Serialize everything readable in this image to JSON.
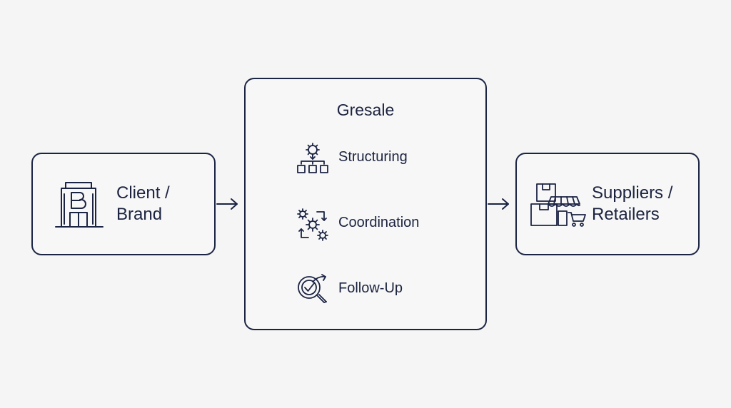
{
  "nodes": {
    "client": {
      "label": "Client /\nBrand",
      "icon": "building-icon"
    },
    "gresale": {
      "title": "Gresale",
      "steps": [
        {
          "label": "Structuring",
          "icon": "structure-gear-icon"
        },
        {
          "label": "Coordination",
          "icon": "gears-cycle-icon"
        },
        {
          "label": "Follow-Up",
          "icon": "target-magnifier-icon"
        }
      ]
    },
    "suppliers": {
      "label": "Suppliers /\nRetailers",
      "icon": "store-boxes-icon"
    }
  },
  "edges": [
    {
      "from": "client",
      "to": "gresale"
    },
    {
      "from": "gresale",
      "to": "suppliers"
    }
  ],
  "colors": {
    "stroke": "#1c2444",
    "background": "#f4f5f4",
    "text": "#1c2340"
  }
}
